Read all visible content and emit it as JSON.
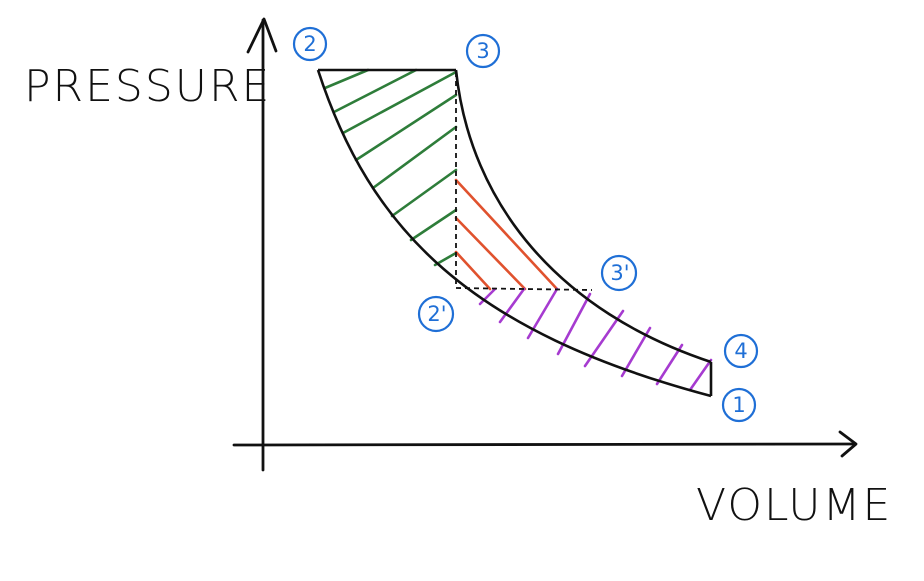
{
  "axes": {
    "y_label": "PRESSURE",
    "x_label": "VOLUME"
  },
  "states": {
    "s1": "1",
    "s2": "2",
    "s3": "3",
    "s4": "4",
    "s2p": "2'",
    "s3p": "3'"
  },
  "colors": {
    "outline": "#111111",
    "labels": "#1f6fd6",
    "hatch_green": "#2e7d3a",
    "hatch_red": "#e0522e",
    "hatch_purple": "#a63bd0"
  }
}
